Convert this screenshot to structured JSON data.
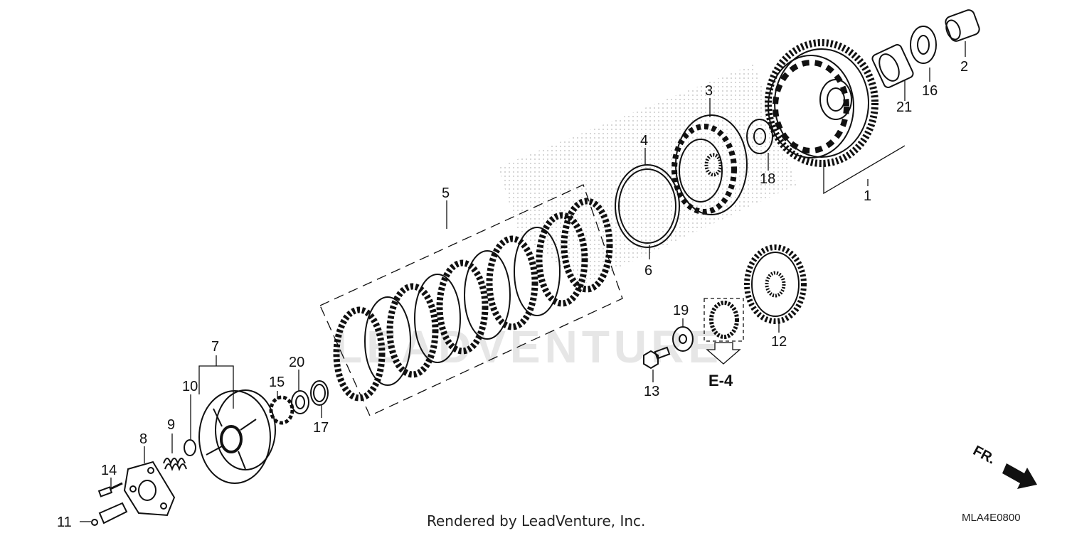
{
  "callouts": {
    "p1": "1",
    "p2": "2",
    "p3": "3",
    "p4": "4",
    "p5": "5",
    "p6": "6",
    "p7": "7",
    "p8": "8",
    "p9": "9",
    "p10": "10",
    "p11": "11",
    "p12": "12",
    "p13": "13",
    "p14": "14",
    "p15": "15",
    "p16": "16",
    "p17": "17",
    "p18": "18",
    "p19": "19",
    "p20": "20",
    "p21": "21"
  },
  "reference": "E-4",
  "direction": "FR.",
  "footer": "Rendered by LeadVenture, Inc.",
  "diagram_code": "MLA4E0800",
  "watermark": "LEADVENTURE"
}
